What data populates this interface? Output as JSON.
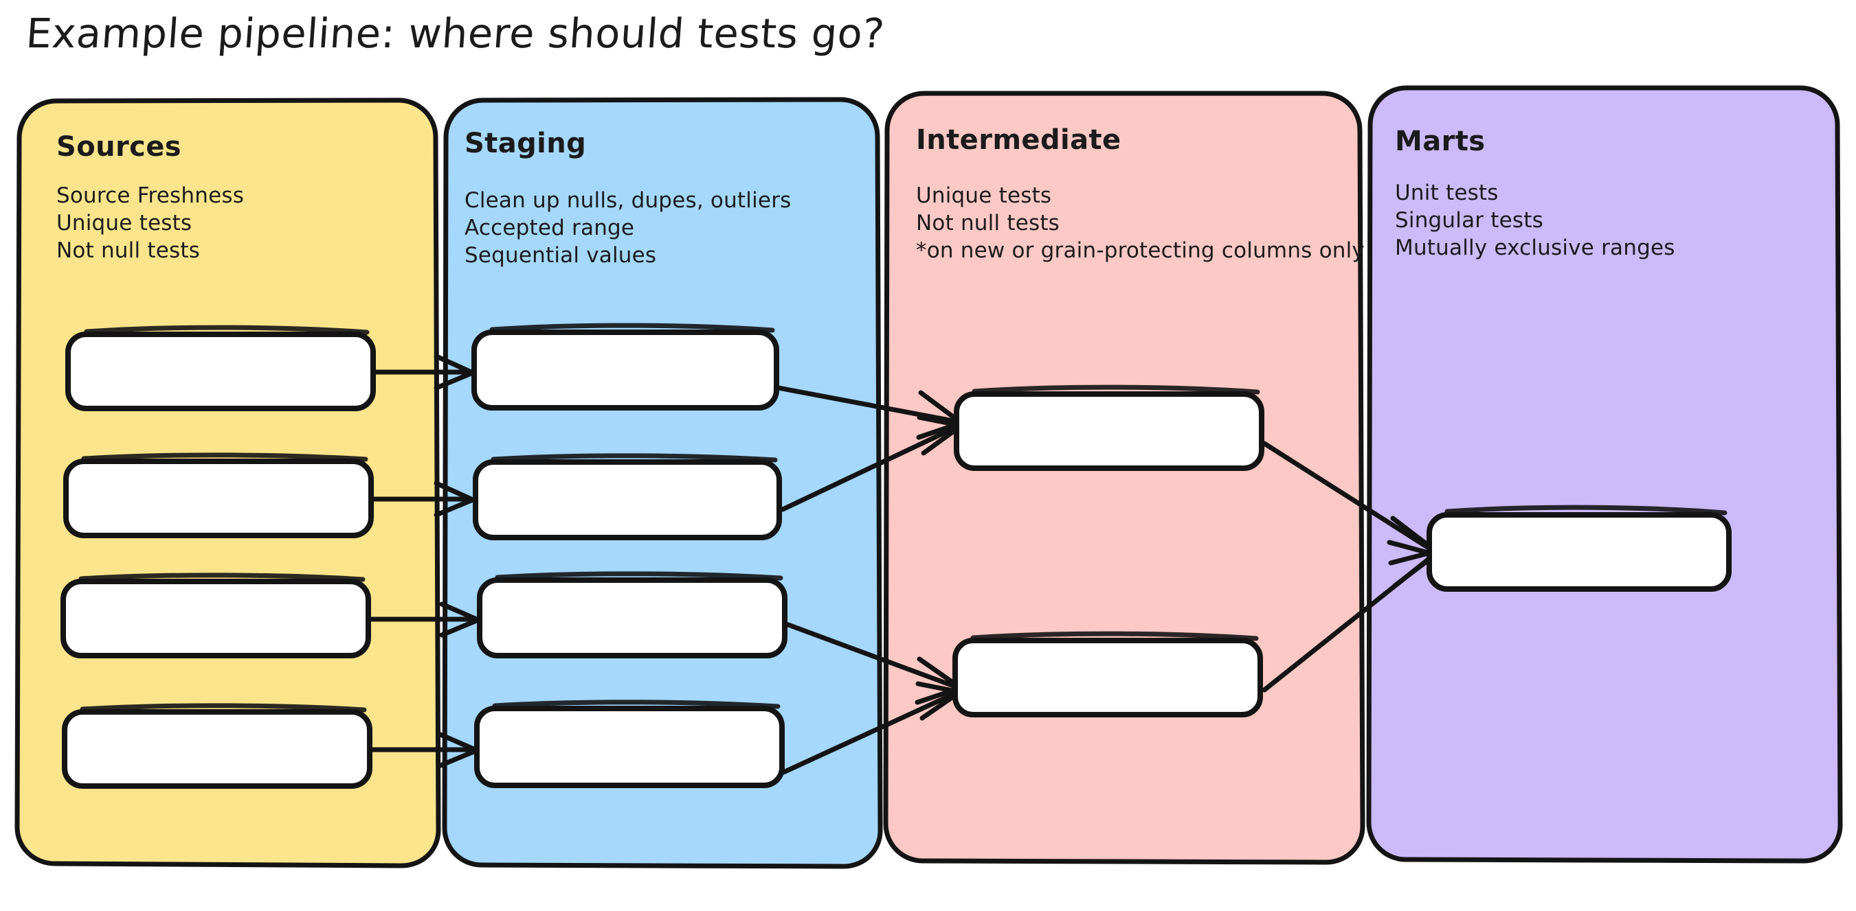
{
  "title": "Example pipeline: where should tests go?",
  "colors": {
    "sources_bg": "#FBE58C",
    "staging_bg": "#A5D8FC",
    "intermediate_bg": "#FDC9C6",
    "marts_bg": "#CCBBFA",
    "stroke": "#141414",
    "node_fill": "#FFFFFF",
    "page_bg": "#FFFFFF",
    "text": "#1B1B1B"
  },
  "lanes": [
    {
      "id": "sources",
      "header": "Sources",
      "lines": [
        "Source Freshness",
        "Unique tests",
        "Not null tests"
      ],
      "node_count": 4
    },
    {
      "id": "staging",
      "header": "Staging",
      "lines": [
        "Clean up nulls, dupes, outliers",
        "Accepted range",
        "Sequential values"
      ],
      "node_count": 4
    },
    {
      "id": "intermediate",
      "header": "Intermediate",
      "lines": [
        "Unique tests",
        "Not null tests",
        "*on new or grain-protecting columns only"
      ],
      "node_count": 2
    },
    {
      "id": "marts",
      "header": "Marts",
      "lines": [
        "Unit tests",
        "Singular tests",
        "Mutually exclusive ranges"
      ],
      "node_count": 1
    }
  ],
  "nodes": [
    {
      "id": "src-1",
      "lane": "sources",
      "label": ""
    },
    {
      "id": "src-2",
      "lane": "sources",
      "label": ""
    },
    {
      "id": "src-3",
      "lane": "sources",
      "label": ""
    },
    {
      "id": "src-4",
      "lane": "sources",
      "label": ""
    },
    {
      "id": "stg-1",
      "lane": "staging",
      "label": ""
    },
    {
      "id": "stg-2",
      "lane": "staging",
      "label": ""
    },
    {
      "id": "stg-3",
      "lane": "staging",
      "label": ""
    },
    {
      "id": "stg-4",
      "lane": "staging",
      "label": ""
    },
    {
      "id": "int-1",
      "lane": "intermediate",
      "label": ""
    },
    {
      "id": "int-2",
      "lane": "intermediate",
      "label": ""
    },
    {
      "id": "mart-1",
      "lane": "marts",
      "label": ""
    }
  ],
  "edges": [
    {
      "from": "src-1",
      "to": "stg-1"
    },
    {
      "from": "src-2",
      "to": "stg-2"
    },
    {
      "from": "src-3",
      "to": "stg-3"
    },
    {
      "from": "src-4",
      "to": "stg-4"
    },
    {
      "from": "stg-1",
      "to": "int-1"
    },
    {
      "from": "stg-2",
      "to": "int-1"
    },
    {
      "from": "stg-3",
      "to": "int-2"
    },
    {
      "from": "stg-4",
      "to": "int-2"
    },
    {
      "from": "int-1",
      "to": "mart-1"
    },
    {
      "from": "int-2",
      "to": "mart-1"
    }
  ]
}
